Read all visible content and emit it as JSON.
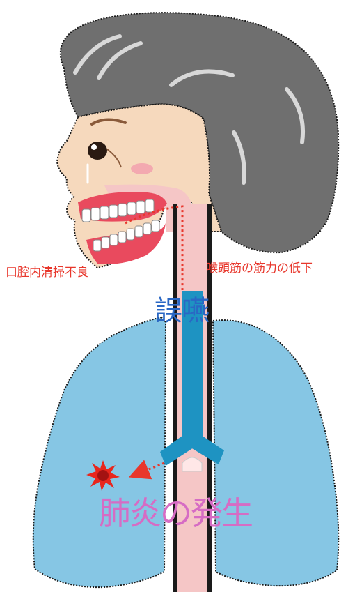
{
  "labels": {
    "oral_hygiene": "口腔内清掃不良",
    "pharyngeal_muscle": "喉頭筋の筋力の低下",
    "aspiration": "誤嚥",
    "pneumonia": "肺炎の発生"
  },
  "colors": {
    "hair": "#6f6f6f",
    "skin": "#f6d9bd",
    "lung": "#86c6e4",
    "airway": "#1e93c2",
    "esophagus": "#f5c6c6",
    "gum": "#e94a5e",
    "arrow": "#e8372c",
    "infection": "#e8261d"
  }
}
